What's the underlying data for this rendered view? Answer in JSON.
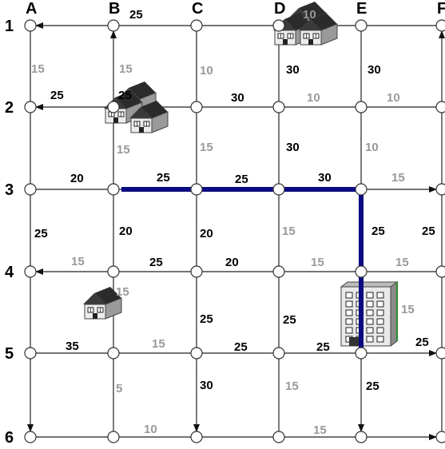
{
  "columns": [
    "A",
    "B",
    "C",
    "D",
    "E",
    "F"
  ],
  "rows": [
    "1",
    "2",
    "3",
    "4",
    "5",
    "6"
  ],
  "colors": {
    "black_label": "#000000",
    "gray_label": "#999999",
    "path": "#0a0a82"
  },
  "h_weights": [
    {
      "id": "B1",
      "text": "25",
      "tone": "black"
    },
    {
      "id": "D1",
      "text": "10",
      "tone": "gray"
    },
    {
      "id": "A2",
      "text": "25",
      "tone": "black"
    },
    {
      "id": "B2",
      "text": "25",
      "tone": "black"
    },
    {
      "id": "C2",
      "text": "30",
      "tone": "black"
    },
    {
      "id": "D2",
      "text": "10",
      "tone": "gray"
    },
    {
      "id": "E2",
      "text": "10",
      "tone": "gray"
    },
    {
      "id": "A3",
      "text": "20",
      "tone": "black"
    },
    {
      "id": "B3",
      "text": "25",
      "tone": "black"
    },
    {
      "id": "C3",
      "text": "25",
      "tone": "black"
    },
    {
      "id": "D3",
      "text": "30",
      "tone": "black"
    },
    {
      "id": "E3",
      "text": "15",
      "tone": "gray"
    },
    {
      "id": "A4",
      "text": "15",
      "tone": "gray"
    },
    {
      "id": "B4",
      "text": "25",
      "tone": "black"
    },
    {
      "id": "C4",
      "text": "20",
      "tone": "black"
    },
    {
      "id": "D4",
      "text": "15",
      "tone": "gray"
    },
    {
      "id": "E4",
      "text": "15",
      "tone": "gray"
    },
    {
      "id": "A5",
      "text": "35",
      "tone": "black"
    },
    {
      "id": "B5",
      "text": "15",
      "tone": "gray"
    },
    {
      "id": "C5",
      "text": "25",
      "tone": "black"
    },
    {
      "id": "D5",
      "text": "25",
      "tone": "black"
    },
    {
      "id": "E5",
      "text": "25",
      "tone": "black"
    },
    {
      "id": "B6",
      "text": "10",
      "tone": "gray"
    },
    {
      "id": "D6",
      "text": "15",
      "tone": "gray"
    }
  ],
  "v_weights": [
    {
      "id": "A1",
      "text": "15",
      "tone": "gray"
    },
    {
      "id": "B1",
      "text": "15",
      "tone": "gray"
    },
    {
      "id": "C1",
      "text": "10",
      "tone": "gray"
    },
    {
      "id": "D1",
      "text": "30",
      "tone": "black"
    },
    {
      "id": "E1",
      "text": "30",
      "tone": "black"
    },
    {
      "id": "B2",
      "text": "15",
      "tone": "gray"
    },
    {
      "id": "C2",
      "text": "15",
      "tone": "gray"
    },
    {
      "id": "D2",
      "text": "30",
      "tone": "black"
    },
    {
      "id": "E2",
      "text": "10",
      "tone": "gray"
    },
    {
      "id": "A3",
      "text": "25",
      "tone": "black"
    },
    {
      "id": "B3",
      "text": "20",
      "tone": "black"
    },
    {
      "id": "C3",
      "text": "20",
      "tone": "black"
    },
    {
      "id": "D3",
      "text": "15",
      "tone": "gray"
    },
    {
      "id": "E3",
      "text": "25",
      "tone": "black"
    },
    {
      "id": "F3",
      "text": "25",
      "tone": "black"
    },
    {
      "id": "B4",
      "text": "15",
      "tone": "gray"
    },
    {
      "id": "C4",
      "text": "25",
      "tone": "black"
    },
    {
      "id": "D4",
      "text": "25",
      "tone": "black"
    },
    {
      "id": "E4",
      "text": "15",
      "tone": "gray"
    },
    {
      "id": "B5",
      "text": "5",
      "tone": "gray"
    },
    {
      "id": "C5",
      "text": "30",
      "tone": "black"
    },
    {
      "id": "D5",
      "text": "15",
      "tone": "gray"
    },
    {
      "id": "E5",
      "text": "25",
      "tone": "black"
    }
  ],
  "icons": [
    {
      "name": "house-cluster-icon",
      "cell": "D1"
    },
    {
      "name": "house-cluster-icon",
      "cell": "B2"
    },
    {
      "name": "house-icon",
      "cell": "B4"
    },
    {
      "name": "office-building-icon",
      "cell": "E4"
    }
  ],
  "route": [
    "B3",
    "C3",
    "D3",
    "E3",
    "E4",
    "E5"
  ]
}
